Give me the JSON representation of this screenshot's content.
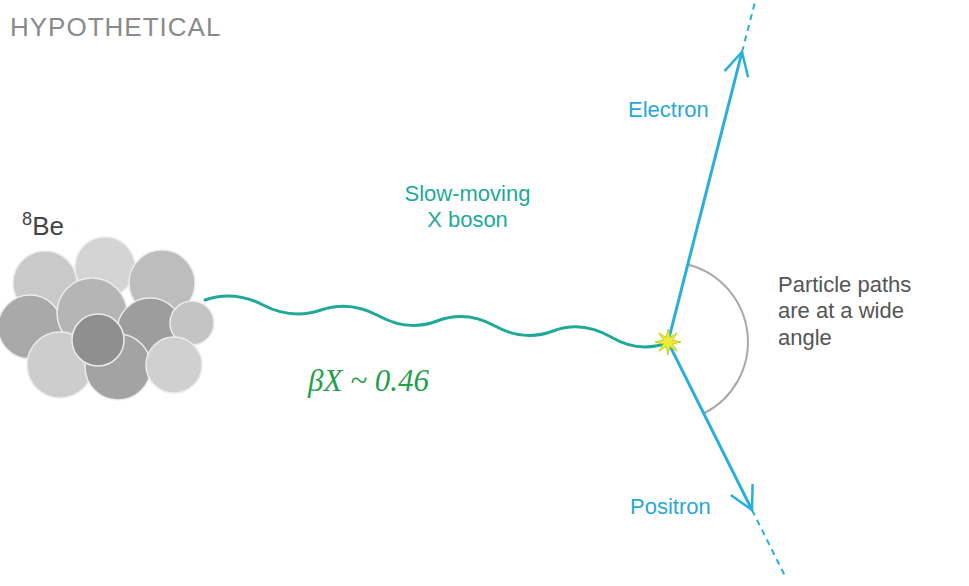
{
  "diagram": {
    "title": "HYPOTHETICAL",
    "nodes": [
      {
        "text": [
          "8Be"
        ]
      }
    ],
    "labels": [
      "Slow-moving X boson",
      "βX ~ 0.46",
      "Electron",
      "Positron",
      "Particle paths are at a wide angle"
    ]
  }
}
